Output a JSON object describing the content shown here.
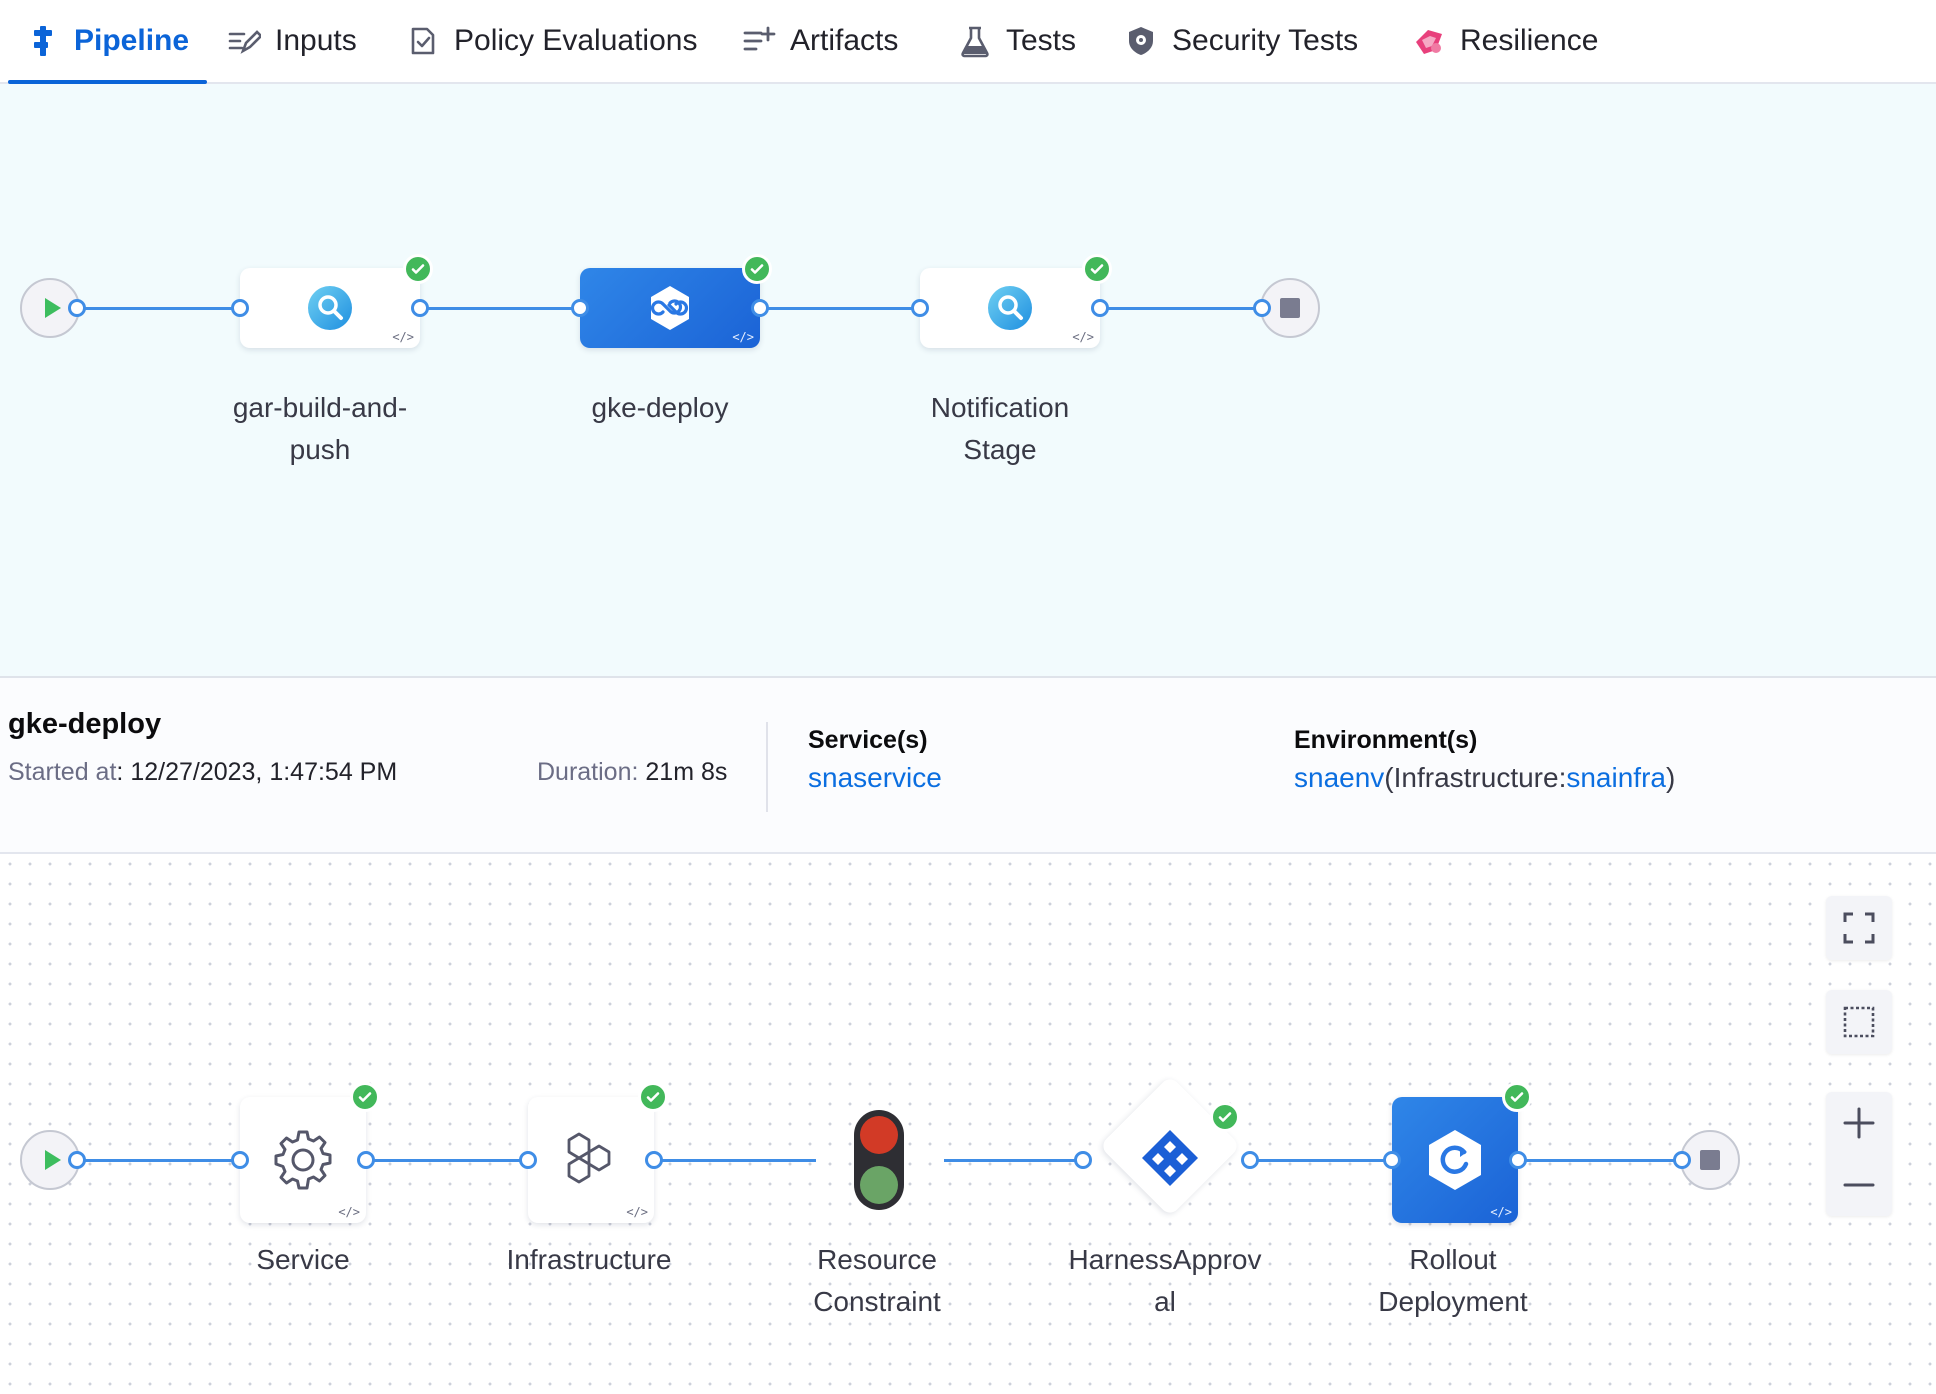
{
  "tabs": [
    {
      "label": "Pipeline",
      "icon": "pipeline-icon",
      "active": true
    },
    {
      "label": "Inputs",
      "icon": "inputs-icon"
    },
    {
      "label": "Policy Evaluations",
      "icon": "policy-icon"
    },
    {
      "label": "Artifacts",
      "icon": "artifacts-icon"
    },
    {
      "label": "Tests",
      "icon": "flask-icon"
    },
    {
      "label": "Security Tests",
      "icon": "shield-icon"
    },
    {
      "label": "Resilience",
      "icon": "resilience-icon"
    }
  ],
  "pipeline": {
    "stages": [
      {
        "label": "gar-build-and-push",
        "status": "success"
      },
      {
        "label": "gke-deploy",
        "status": "success",
        "selected": true
      },
      {
        "label": "Notification Stage",
        "status": "success"
      }
    ]
  },
  "stage_info": {
    "title": "gke-deploy",
    "started_label": "Started at",
    "started_value": "12/27/2023, 1:47:54 PM",
    "duration_label": "Duration:",
    "duration_value": "21m 8s",
    "services_title": "Service(s)",
    "service": "snaservice",
    "environments_title": "Environment(s)",
    "environment": "snaenv",
    "infra_prefix": "(Infrastructure:",
    "infra": "snainfra",
    "infra_suffix": ")"
  },
  "execution": {
    "steps": [
      {
        "label": "Service",
        "status": "success"
      },
      {
        "label": "Infrastructure",
        "status": "success"
      },
      {
        "label": "Resource Constraint",
        "status": "none"
      },
      {
        "label": "HarnessApproval",
        "status": "success"
      },
      {
        "label": "Rollout Deployment",
        "status": "success"
      }
    ]
  },
  "canvas_controls": [
    "fit-to-screen",
    "select-area",
    "zoom-in",
    "zoom-out"
  ],
  "colors": {
    "accent": "#0b64d8",
    "success": "#42b85a",
    "connector": "#3f8de6",
    "canvas_bg": "#f2fbfd"
  }
}
